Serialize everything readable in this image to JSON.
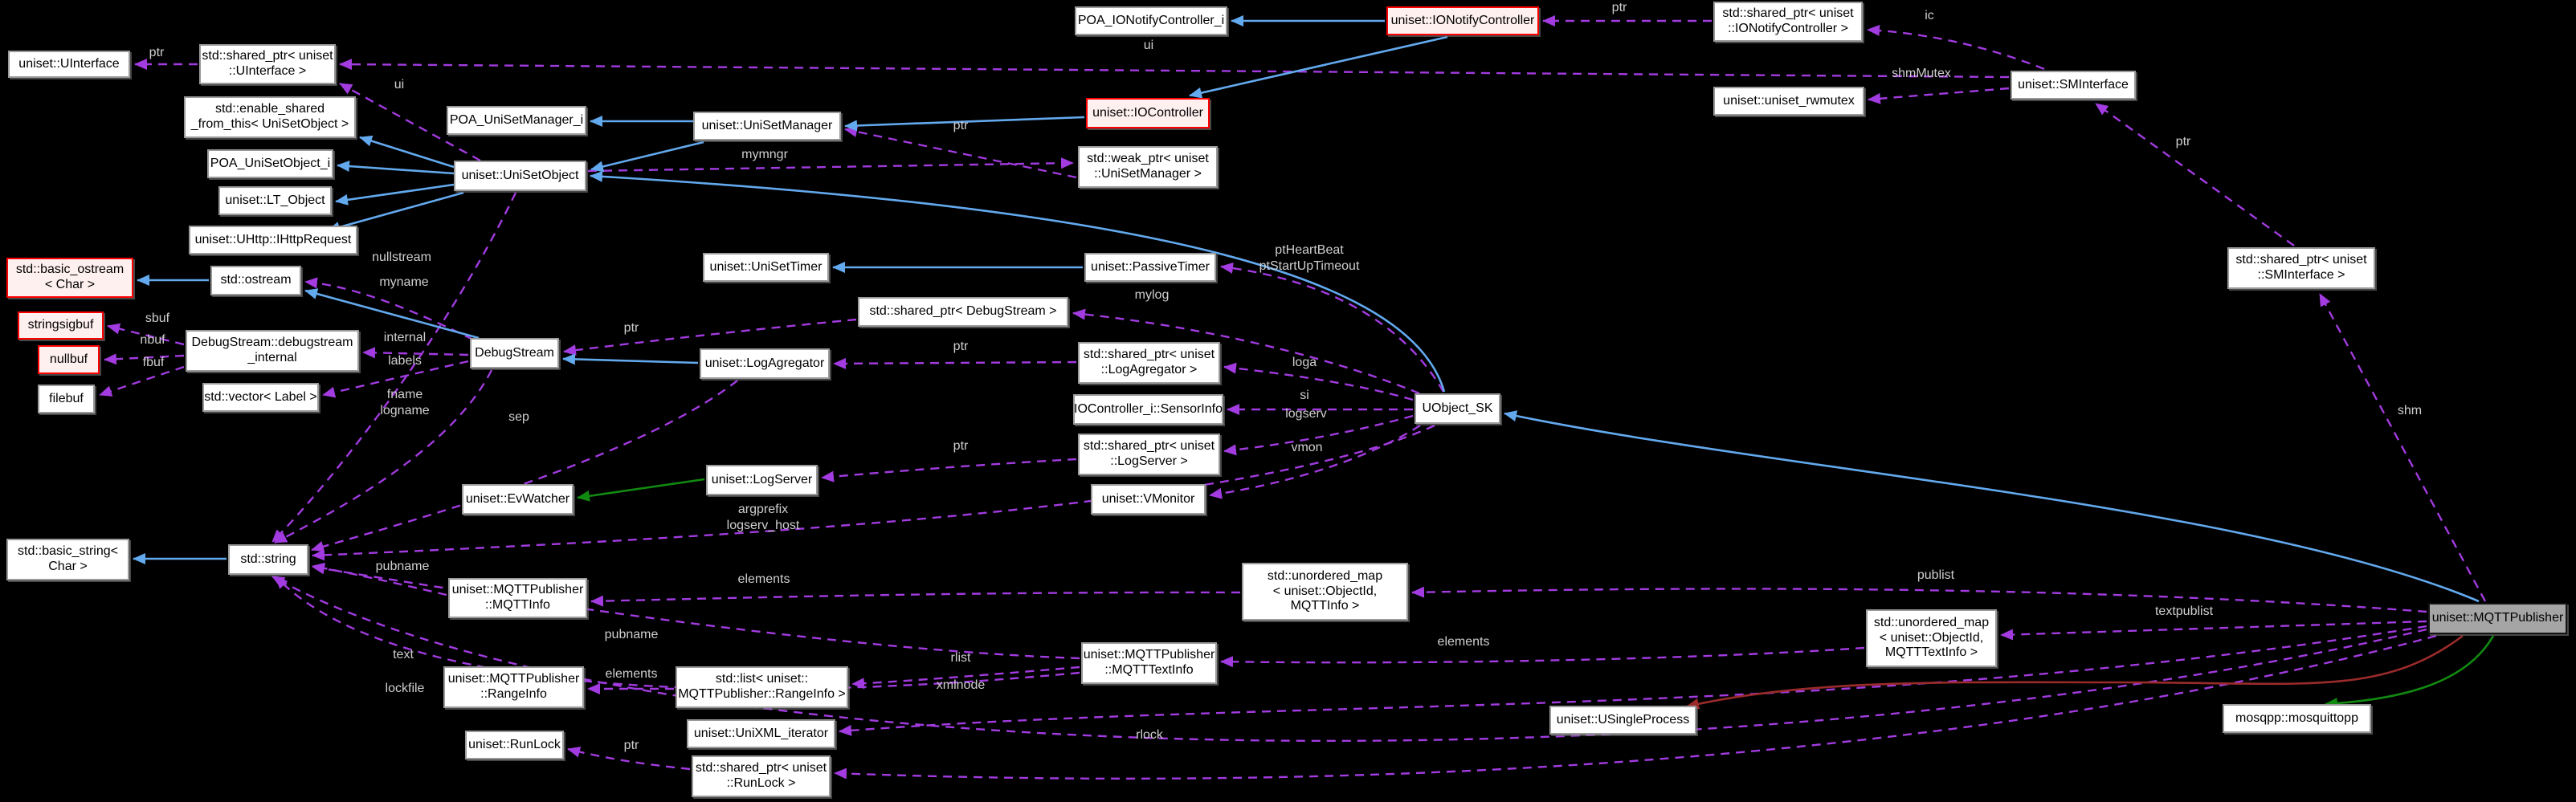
{
  "diagram": {
    "type": "doxygen-collaboration-graph",
    "main_class": "uniset::MQTTPublisher",
    "background": "#000000",
    "colors": {
      "public_inheritance_arrow": "#63a9ee",
      "protected_inheritance_arrow": "#118a11",
      "private_inheritance_arrow": "#9b2b2b",
      "usage_arrow": "#a23be0",
      "node_fill": "#ffffff",
      "node_border": "#9a9a9a",
      "truncated_node_border": "#ff0000",
      "truncated_node_fill": "#fff0f0",
      "main_node_fill": "#a5a5a5",
      "edge_label_color": "#cfcfcf"
    }
  },
  "nodes": [
    {
      "id": "uinterface",
      "label": "uniset::UInterface",
      "kind": "normal"
    },
    {
      "id": "sp_uinterface",
      "label": "std::shared_ptr< uniset\n::UInterface >",
      "kind": "normal"
    },
    {
      "id": "poa_ionc",
      "label": "POA_IONotifyController_i",
      "kind": "normal"
    },
    {
      "id": "ionc",
      "label": "uniset::IONotifyController",
      "kind": "truncated"
    },
    {
      "id": "sp_ionc",
      "label": "std::shared_ptr< uniset\n::IONotifyController >",
      "kind": "normal"
    },
    {
      "id": "sminterface",
      "label": "uniset::SMInterface",
      "kind": "normal"
    },
    {
      "id": "rwmutex",
      "label": "uniset::uniset_rwmutex",
      "kind": "normal"
    },
    {
      "id": "enable_shared",
      "label": "std::enable_shared\n_from_this< UniSetObject >",
      "kind": "normal"
    },
    {
      "id": "poa_usm",
      "label": "POA_UniSetManager_i",
      "kind": "normal"
    },
    {
      "id": "usmanager",
      "label": "uniset::UniSetManager",
      "kind": "normal"
    },
    {
      "id": "ioc",
      "label": "uniset::IOController",
      "kind": "truncated"
    },
    {
      "id": "weak_usm",
      "label": "std::weak_ptr< uniset\n::UniSetManager >",
      "kind": "normal"
    },
    {
      "id": "poa_uso",
      "label": "POA_UniSetObject_i",
      "kind": "normal"
    },
    {
      "id": "usobject",
      "label": "uniset::UniSetObject",
      "kind": "normal"
    },
    {
      "id": "lt_object",
      "label": "uniset::LT_Object",
      "kind": "normal"
    },
    {
      "id": "uhttp",
      "label": "uniset::UHttp::IHttpRequest",
      "kind": "normal"
    },
    {
      "id": "basic_ostream",
      "label": "std::basic_ostream\n< Char >",
      "kind": "truncated"
    },
    {
      "id": "ostream",
      "label": "std::ostream",
      "kind": "normal"
    },
    {
      "id": "ustimer",
      "label": "uniset::UniSetTimer",
      "kind": "normal"
    },
    {
      "id": "passivetimer",
      "label": "uniset::PassiveTimer",
      "kind": "normal"
    },
    {
      "id": "sp_sminterface",
      "label": "std::shared_ptr< uniset\n::SMInterface >",
      "kind": "normal"
    },
    {
      "id": "sp_debugstream",
      "label": "std::shared_ptr< DebugStream >",
      "kind": "normal"
    },
    {
      "id": "stringsigbuf",
      "label": "stringsigbuf",
      "kind": "truncated"
    },
    {
      "id": "ds_internal",
      "label": "DebugStream::debugstream\n_internal",
      "kind": "normal"
    },
    {
      "id": "nullbuf",
      "label": "nullbuf",
      "kind": "truncated"
    },
    {
      "id": "filebuf",
      "label": "filebuf",
      "kind": "normal"
    },
    {
      "id": "vec_label",
      "label": "std::vector< Label >",
      "kind": "normal"
    },
    {
      "id": "debugstream",
      "label": "DebugStream",
      "kind": "normal"
    },
    {
      "id": "logagregator",
      "label": "uniset::LogAgregator",
      "kind": "normal"
    },
    {
      "id": "sp_logagregator",
      "label": "std::shared_ptr< uniset\n::LogAgregator >",
      "kind": "normal"
    },
    {
      "id": "sensorinfo",
      "label": "IOController_i::SensorInfo",
      "kind": "normal"
    },
    {
      "id": "uobject_sk",
      "label": "UObject_SK",
      "kind": "normal"
    },
    {
      "id": "sp_logserver",
      "label": "std::shared_ptr< uniset\n::LogServer >",
      "kind": "normal"
    },
    {
      "id": "logserver",
      "label": "uniset::LogServer",
      "kind": "normal"
    },
    {
      "id": "evwatcher",
      "label": "uniset::EvWatcher",
      "kind": "normal"
    },
    {
      "id": "vmonitor",
      "label": "uniset::VMonitor",
      "kind": "normal"
    },
    {
      "id": "basic_string",
      "label": "std::basic_string<\nChar >",
      "kind": "normal"
    },
    {
      "id": "string",
      "label": "std::string",
      "kind": "normal"
    },
    {
      "id": "mqttinfo",
      "label": "uniset::MQTTPublisher\n::MQTTInfo",
      "kind": "normal"
    },
    {
      "id": "umap_mqttinfo",
      "label": "std::unordered_map\n< uniset::ObjectId,\nMQTTInfo >",
      "kind": "normal"
    },
    {
      "id": "mqttpublisher",
      "label": "uniset::MQTTPublisher",
      "kind": "main"
    },
    {
      "id": "umap_mqtttextinfo",
      "label": "std::unordered_map\n< uniset::ObjectId,\nMQTTTextInfo >",
      "kind": "normal"
    },
    {
      "id": "mqtttextinfo",
      "label": "uniset::MQTTPublisher\n::MQTTTextInfo",
      "kind": "normal"
    },
    {
      "id": "rangeinfo",
      "label": "uniset::MQTTPublisher\n::RangeInfo",
      "kind": "normal"
    },
    {
      "id": "list_rangeinfo",
      "label": "std::list< uniset::\nMQTTPublisher::RangeInfo >",
      "kind": "normal"
    },
    {
      "id": "unixml_iter",
      "label": "uniset::UniXML_iterator",
      "kind": "normal"
    },
    {
      "id": "runlock",
      "label": "uniset::RunLock",
      "kind": "normal"
    },
    {
      "id": "sp_runlock",
      "label": "std::shared_ptr< uniset\n::RunLock >",
      "kind": "normal"
    },
    {
      "id": "usingleprocess",
      "label": "uniset::USingleProcess",
      "kind": "normal"
    },
    {
      "id": "mosquittopp",
      "label": "mosqpp::mosquittopp",
      "kind": "normal"
    }
  ],
  "edges": [
    {
      "from": "sp_uinterface",
      "to": "uinterface",
      "rel": "usage",
      "label": "ptr"
    },
    {
      "from": "sminterface",
      "to": "sp_uinterface",
      "rel": "usage",
      "label": "ui"
    },
    {
      "from": "usobject",
      "to": "sp_uinterface",
      "rel": "usage",
      "label": "ui"
    },
    {
      "from": "sp_ionc",
      "to": "ionc",
      "rel": "usage",
      "label": "ptr"
    },
    {
      "from": "sminterface",
      "to": "sp_ionc",
      "rel": "usage",
      "label": "ic"
    },
    {
      "from": "sminterface",
      "to": "rwmutex",
      "rel": "usage",
      "label": "shmMutex"
    },
    {
      "from": "usobject",
      "to": "weak_usm",
      "rel": "usage",
      "label": "mymngr"
    },
    {
      "from": "weak_usm",
      "to": "usmanager",
      "rel": "usage",
      "label": "ptr"
    },
    {
      "from": "uobject_sk",
      "to": "passivetimer",
      "rel": "usage",
      "label": "ptHeartBeat\nptStartUpTimeout"
    },
    {
      "from": "uobject_sk",
      "to": "sp_debugstream",
      "rel": "usage",
      "label": "mylog"
    },
    {
      "from": "sp_debugstream",
      "to": "debugstream",
      "rel": "usage",
      "label": "ptr"
    },
    {
      "from": "debugstream",
      "to": "ostream",
      "rel": "usage",
      "label": "nullstream"
    },
    {
      "from": "usobject",
      "to": "string",
      "rel": "usage",
      "label": "myname"
    },
    {
      "from": "ds_internal",
      "to": "stringsigbuf",
      "rel": "usage",
      "label": "sbuf"
    },
    {
      "from": "ds_internal",
      "to": "nullbuf",
      "rel": "usage",
      "label": "nbuf"
    },
    {
      "from": "ds_internal",
      "to": "filebuf",
      "rel": "usage",
      "label": "fbuf"
    },
    {
      "from": "debugstream",
      "to": "ds_internal",
      "rel": "usage",
      "label": "internal"
    },
    {
      "from": "debugstream",
      "to": "vec_label",
      "rel": "usage",
      "label": "labels"
    },
    {
      "from": "debugstream",
      "to": "string",
      "rel": "usage",
      "label": "fname\nlogname"
    },
    {
      "from": "logagregator",
      "to": "string",
      "rel": "usage",
      "label": "sep"
    },
    {
      "from": "sp_logagregator",
      "to": "logagregator",
      "rel": "usage",
      "label": "ptr"
    },
    {
      "from": "uobject_sk",
      "to": "sp_logagregator",
      "rel": "usage",
      "label": "loga"
    },
    {
      "from": "uobject_sk",
      "to": "sensorinfo",
      "rel": "usage",
      "label": "si"
    },
    {
      "from": "uobject_sk",
      "to": "sp_logserver",
      "rel": "usage",
      "label": "logserv"
    },
    {
      "from": "sp_logserver",
      "to": "logserver",
      "rel": "usage",
      "label": "ptr"
    },
    {
      "from": "uobject_sk",
      "to": "vmonitor",
      "rel": "usage",
      "label": "vmon"
    },
    {
      "from": "uobject_sk",
      "to": "string",
      "rel": "usage",
      "label": "argprefix\nlogserv_host"
    },
    {
      "from": "mqttinfo",
      "to": "string",
      "rel": "usage",
      "label": "pubname"
    },
    {
      "from": "umap_mqttinfo",
      "to": "mqttinfo",
      "rel": "usage",
      "label": "elements"
    },
    {
      "from": "mqttpublisher",
      "to": "umap_mqttinfo",
      "rel": "usage",
      "label": "publist"
    },
    {
      "from": "mqttpublisher",
      "to": "umap_mqtttextinfo",
      "rel": "usage",
      "label": "textpublist"
    },
    {
      "from": "umap_mqtttextinfo",
      "to": "mqtttextinfo",
      "rel": "usage",
      "label": "elements"
    },
    {
      "from": "mqtttextinfo",
      "to": "string",
      "rel": "usage",
      "label": "pubname"
    },
    {
      "from": "mqtttextinfo",
      "to": "string",
      "rel": "usage",
      "label": "text"
    },
    {
      "from": "mqttpublisher",
      "to": "string",
      "rel": "usage",
      "label": "lockfile"
    },
    {
      "from": "mqtttextinfo",
      "to": "list_rangeinfo",
      "rel": "usage",
      "label": "rlist"
    },
    {
      "from": "list_rangeinfo",
      "to": "rangeinfo",
      "rel": "usage",
      "label": "elements"
    },
    {
      "from": "mqttpublisher",
      "to": "unixml_iter",
      "rel": "usage",
      "label": "xmlnode"
    },
    {
      "from": "sp_runlock",
      "to": "runlock",
      "rel": "usage",
      "label": "ptr"
    },
    {
      "from": "mqttpublisher",
      "to": "sp_runlock",
      "rel": "usage",
      "label": "rlock"
    },
    {
      "from": "mqttpublisher",
      "to": "sp_sminterface",
      "rel": "usage",
      "label": "shm"
    },
    {
      "from": "sp_sminterface",
      "to": "sminterface",
      "rel": "usage",
      "label": "ptr"
    },
    {
      "from": "ionc",
      "to": "poa_ionc",
      "rel": "public",
      "label": ""
    },
    {
      "from": "ionc",
      "to": "ioc",
      "rel": "public",
      "label": ""
    },
    {
      "from": "ioc",
      "to": "usmanager",
      "rel": "public",
      "label": ""
    },
    {
      "from": "usmanager",
      "to": "poa_usm",
      "rel": "public",
      "label": ""
    },
    {
      "from": "usmanager",
      "to": "usobject",
      "rel": "public",
      "label": ""
    },
    {
      "from": "usobject",
      "to": "enable_shared",
      "rel": "public",
      "label": ""
    },
    {
      "from": "usobject",
      "to": "poa_uso",
      "rel": "public",
      "label": ""
    },
    {
      "from": "usobject",
      "to": "lt_object",
      "rel": "public",
      "label": ""
    },
    {
      "from": "usobject",
      "to": "uhttp",
      "rel": "public",
      "label": ""
    },
    {
      "from": "uobject_sk",
      "to": "usobject",
      "rel": "public",
      "label": ""
    },
    {
      "from": "mqttpublisher",
      "to": "uobject_sk",
      "rel": "public",
      "label": ""
    },
    {
      "from": "passivetimer",
      "to": "ustimer",
      "rel": "public",
      "label": ""
    },
    {
      "from": "ostream",
      "to": "basic_ostream",
      "rel": "public",
      "label": ""
    },
    {
      "from": "debugstream",
      "to": "ostream",
      "rel": "public",
      "label": ""
    },
    {
      "from": "logagregator",
      "to": "debugstream",
      "rel": "public",
      "label": ""
    },
    {
      "from": "string",
      "to": "basic_string",
      "rel": "public",
      "label": ""
    },
    {
      "from": "logserver",
      "to": "evwatcher",
      "rel": "protected",
      "label": ""
    },
    {
      "from": "mqttpublisher",
      "to": "mosquittopp",
      "rel": "protected",
      "label": ""
    },
    {
      "from": "mqttpublisher",
      "to": "usingleprocess",
      "rel": "private",
      "label": ""
    }
  ]
}
